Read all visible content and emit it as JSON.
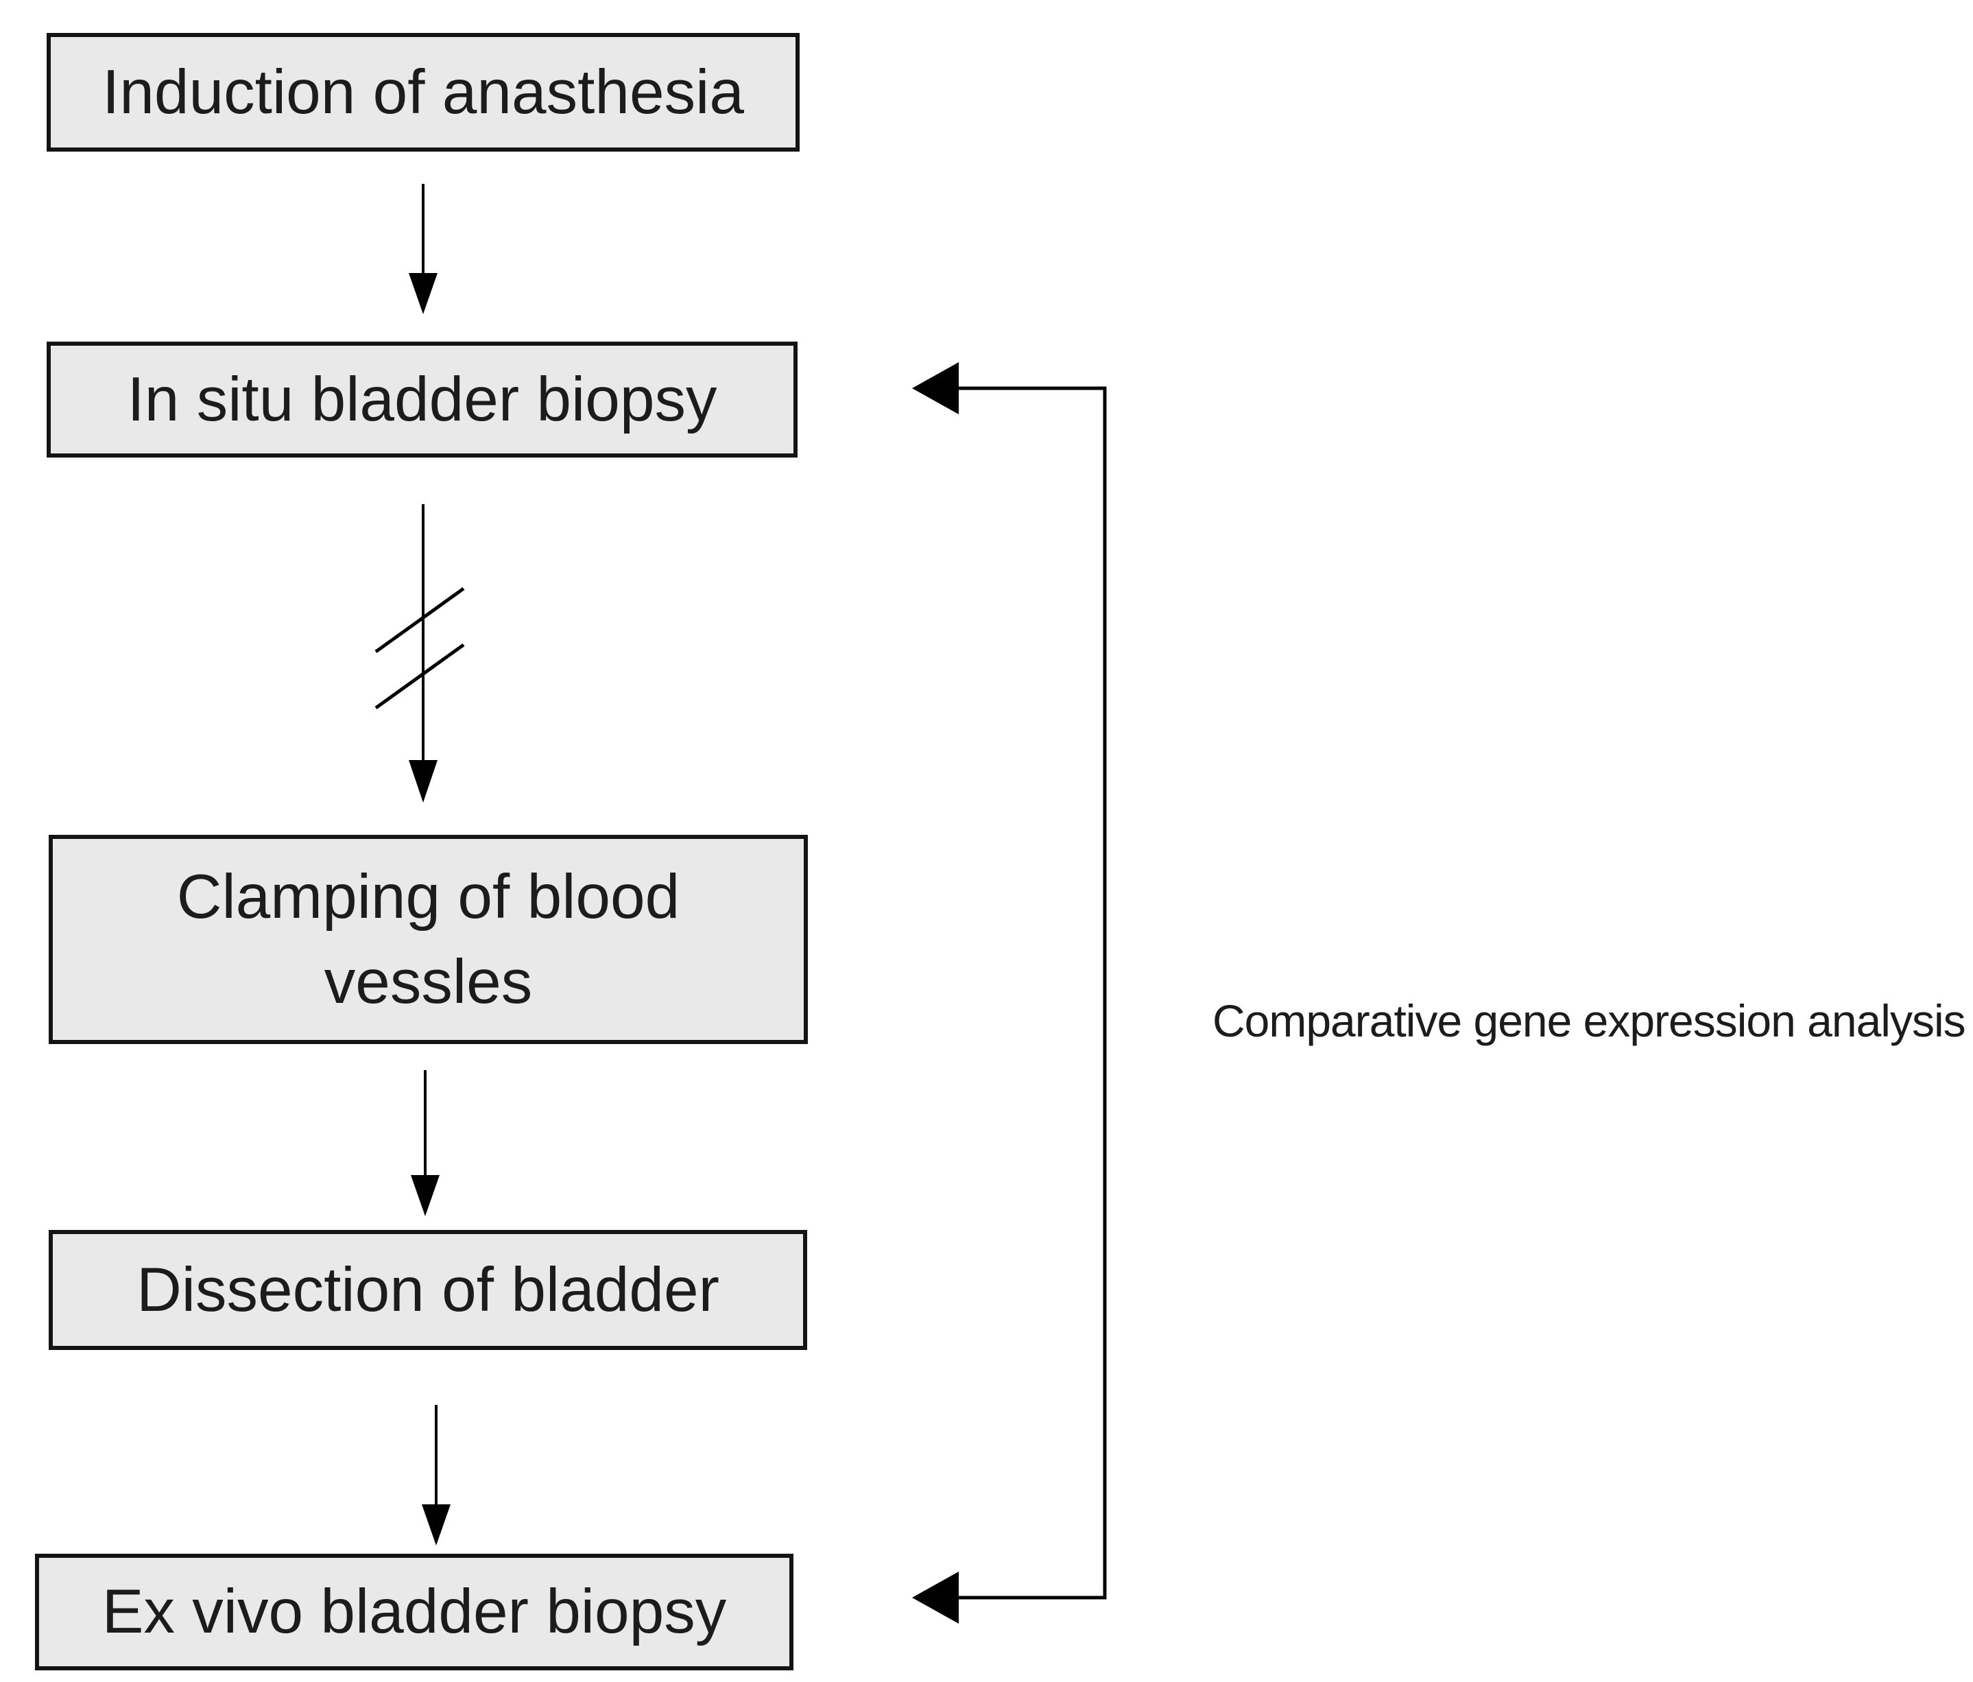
{
  "figure": {
    "type": "flowchart",
    "nodes": [
      {
        "id": "induction-of-anasthesia",
        "label": "Induction of anasthesia"
      },
      {
        "id": "in-situ-bladder-biopsy",
        "label": "In situ bladder biopsy"
      },
      {
        "id": "clamping-of-blood-vessles",
        "label": "Clamping of blood vessles"
      },
      {
        "id": "dissection-of-bladder",
        "label": "Dissection of bladder"
      },
      {
        "id": "ex-vivo-bladder-biopsy",
        "label": "Ex vivo bladder biopsy"
      }
    ],
    "edges": [
      {
        "from": "Induction of anasthesia",
        "to": "In situ bladder biopsy",
        "style": "arrow-down"
      },
      {
        "from": "In situ bladder biopsy",
        "to": "Clamping of blood vessles",
        "style": "arrow-down-with-time-break"
      },
      {
        "from": "Clamping of blood vessles",
        "to": "Dissection of bladder",
        "style": "arrow-down"
      },
      {
        "from": "Dissection of bladder",
        "to": "Ex vivo bladder biopsy",
        "style": "arrow-down"
      }
    ],
    "bracket": {
      "connects": [
        "In situ bladder biopsy",
        "Ex vivo bladder biopsy"
      ],
      "label": "Comparative gene expression analysis",
      "style": "right-side-bracket-with-left-arrowheads"
    },
    "colors": {
      "background": "#ffffff",
      "box_fill": "#e9e9e9",
      "box_border": "#141414",
      "line": "#000000",
      "text": "#1c1c1c"
    }
  }
}
